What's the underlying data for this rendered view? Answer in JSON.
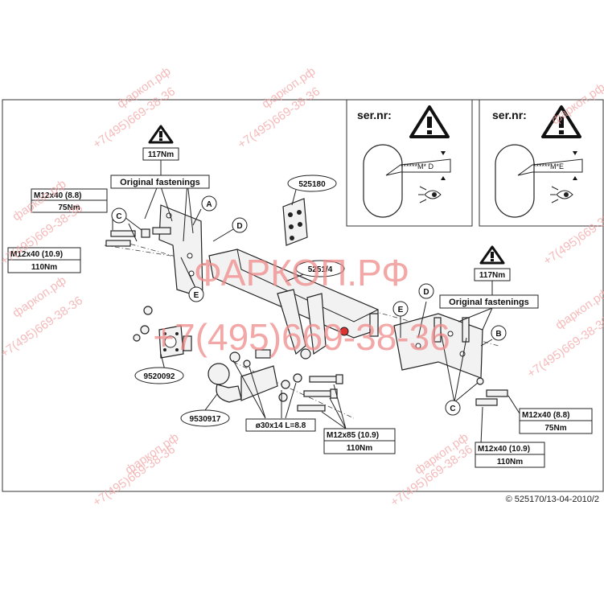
{
  "ser_panels": [
    {
      "title": "ser.nr:",
      "plate": "******M* D"
    },
    {
      "title": "ser.nr:",
      "plate": "******M*E"
    }
  ],
  "labels": {
    "torque_117_left": "117Nm",
    "orig_fastenings_left": "Original fastenings",
    "torque_117_right": "117Nm",
    "orig_fastenings_right": "Original fastenings",
    "bolt_left_a": {
      "size": "M12x40 (8.8)",
      "torque": "75Nm"
    },
    "bolt_left_b": {
      "size": "M12x40 (10.9)",
      "torque": "110Nm"
    },
    "bolt_center": {
      "size": "M12x85 (10.9)",
      "torque": "110Nm"
    },
    "bolt_right_a": {
      "size": "M12x40 (8.8)",
      "torque": "75Nm"
    },
    "bolt_right_b": {
      "size": "M12x40 (10.9)",
      "torque": "110Nm"
    },
    "spacer": "ø30x14 L=8.8"
  },
  "parts": {
    "p525180": "525180",
    "p5251_4": "5251/4",
    "p9520092": "9520092",
    "p9530917": "9530917"
  },
  "letters": {
    "A": "A",
    "B": "B",
    "C_left": "C",
    "C_right": "C",
    "D_left": "D",
    "D_right": "D",
    "E_left": "E",
    "E_right": "E"
  },
  "copyright": "© 525170/13-04-2010/2",
  "watermark": {
    "site": "ФАРКОП.РФ",
    "phone": "+7(495)669-38-36",
    "site_small": "фаркоп.рф",
    "phone_small": "+7(495)669-38-36"
  }
}
